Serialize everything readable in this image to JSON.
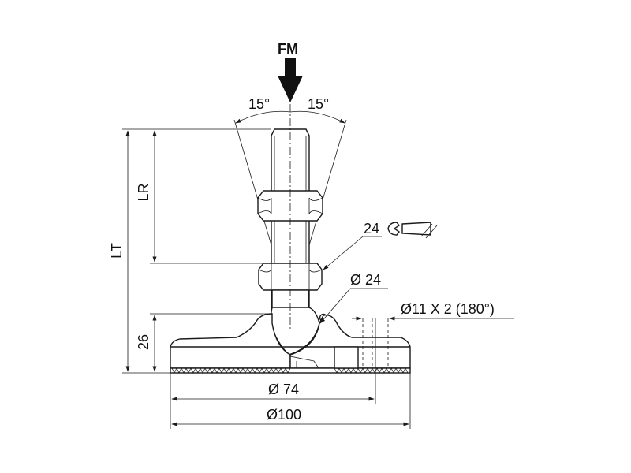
{
  "labels": {
    "force": "FM",
    "angle_left": "15°",
    "angle_right": "15°",
    "dim_lr": "LR",
    "dim_lt": "LT",
    "dim_26": "26",
    "wrench_size": "24",
    "ball_dia": "Ø 24",
    "holes": "Ø11 X 2 (180°)",
    "dia_74": "Ø 74",
    "dia_100": "Ø100"
  },
  "colors": {
    "line": "#1a1a1a",
    "background": "#ffffff"
  }
}
